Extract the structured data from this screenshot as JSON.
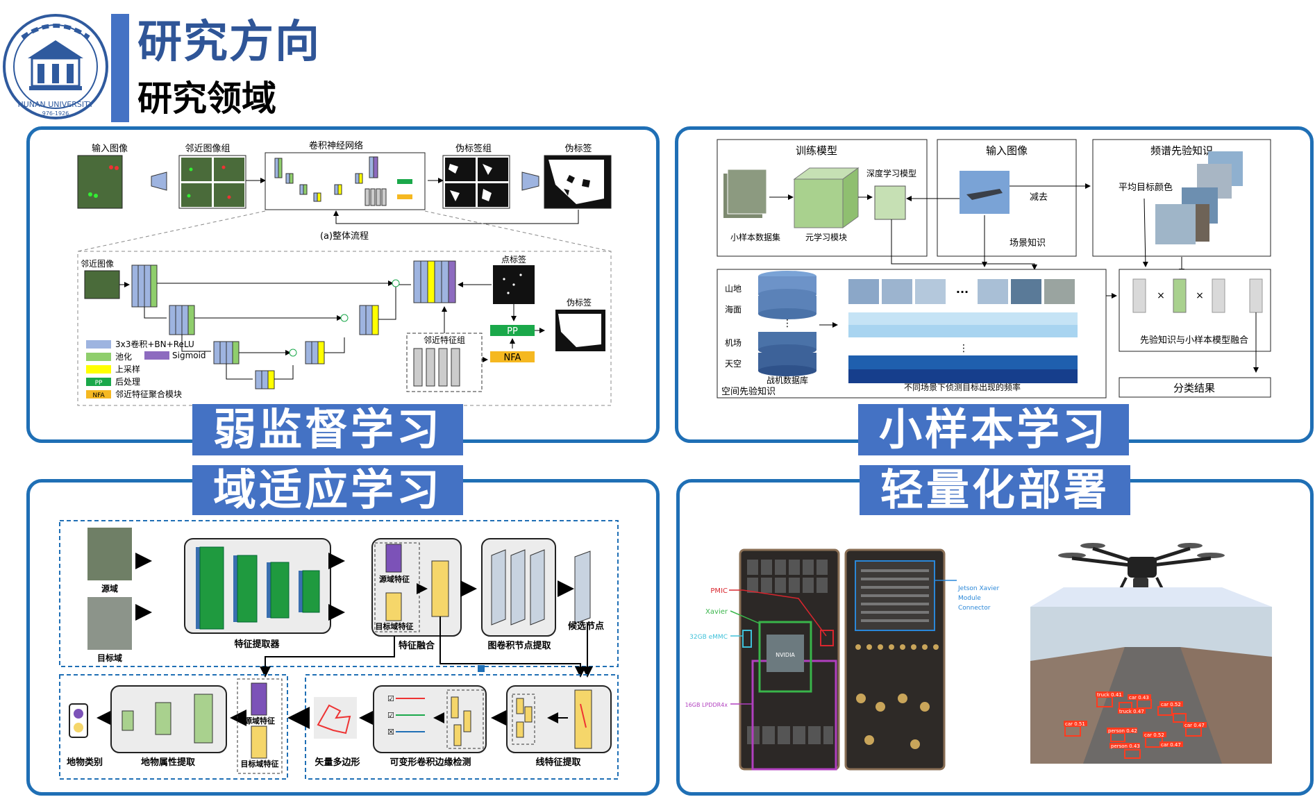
{
  "header": {
    "title": "研究方向",
    "subtitle": "研究领域",
    "logo_text": "HUNAN UNIVERSITY",
    "logo_year": "976-1926"
  },
  "weak": {
    "banner": "弱监督学习",
    "input_img": "输入图像",
    "neighbor_group": "邻近图像组",
    "cnn": "卷积神经网络",
    "pseudo_group": "伪标签组",
    "pseudo": "伪标签",
    "caption": "(a)整体流程",
    "neighbor_img": "邻近图像",
    "point_label": "点标签",
    "pseudo2": "伪标签",
    "neighbor_feat": "邻近特征组",
    "pp": "PP",
    "nfa": "NFA",
    "legend": [
      {
        "text": "3x3卷积+BN+ReLU",
        "color": "#9eb4e0"
      },
      {
        "text": "池化",
        "color": "#8fce6c"
      },
      {
        "text": "上采样",
        "color": "#ffff00"
      },
      {
        "text": "后处理",
        "color": "#1aa84a",
        "tag": "PP"
      },
      {
        "text": "邻近特征聚合模块",
        "color": "#f5b821",
        "tag": "NFA"
      }
    ],
    "legend_sigmoid": {
      "text": "Sigmoid",
      "color": "#8d6bbf"
    }
  },
  "fewshot": {
    "banner": "小样本学习",
    "train_model": "训练模型",
    "input_img": "输入图像",
    "freq_prior": "频谱先验知识",
    "dl_model": "深度学习模型",
    "subtract": "减去",
    "avg_color": "平均目标颜色",
    "dataset": "小样本数据集",
    "meta": "元学习模块",
    "scene": "场景知识",
    "terrains": [
      "山地",
      "海面",
      "机场",
      "天空"
    ],
    "db": "战机数据库",
    "spatial": "空间先验知识",
    "freq_caption": "不同场景下侦测目标出现的频率",
    "fusion": "先验知识与小样本模型融合",
    "result": "分类结果",
    "times": "×",
    "ellipsis": "···"
  },
  "domain": {
    "banner": "域适应学习",
    "source": "源域",
    "target": "目标域",
    "extractor": "特征提取器",
    "src_feat": "源域特征",
    "tgt_feat": "目标域特征",
    "fusion": "特征融合",
    "gcn": "图卷积节点提取",
    "candidate": "候选节点",
    "class": "地物类别",
    "attr": "地物属性提取",
    "src_feat2": "源域特征",
    "tgt_feat2": "目标域特征",
    "polygon": "矢量多边形",
    "deform": "可变形卷积边缘检测",
    "line": "线特征提取"
  },
  "deploy": {
    "banner": "轻量化部署",
    "board_labels": [
      "PMIC",
      "Xavier",
      "32GB eMMC",
      "16GB LPDDR4x"
    ],
    "connector": [
      "Jetson Xavier",
      "Module",
      "Connector"
    ],
    "chip": "NVIDIA",
    "detections": [
      "truck 0.41",
      "car 0.43",
      "truck 0.47",
      "car 0.52",
      "car 0.51",
      "car 0.47",
      "car 0.52",
      "car 0.47",
      "person 0.42",
      "person 0.43"
    ]
  }
}
